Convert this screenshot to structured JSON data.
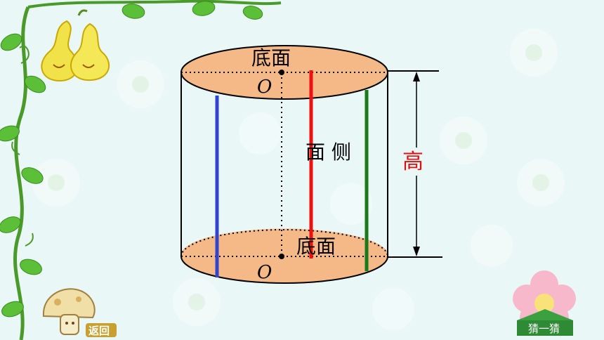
{
  "diagram": {
    "top_base_label": "底面",
    "bottom_base_label": "底面",
    "top_center_label": "O",
    "bottom_center_label": "O",
    "lateral_label": "面 侧",
    "height_label": "高"
  },
  "colors": {
    "background": "#eaf7f7",
    "base_fill": "#f5b887",
    "height_color": "#e01010",
    "line_blue": "#3344cc",
    "line_red": "#ee1111",
    "line_green": "#1a7a1a",
    "vine": "#55b030",
    "gourd": "#f2e24a"
  },
  "nav": {
    "back_label": "返回",
    "next_label": "猜一猜"
  },
  "icons": {
    "top_left": "gourd-icon",
    "bottom_left": "mushroom-icon",
    "bottom_right": "arrow-up-icon"
  }
}
